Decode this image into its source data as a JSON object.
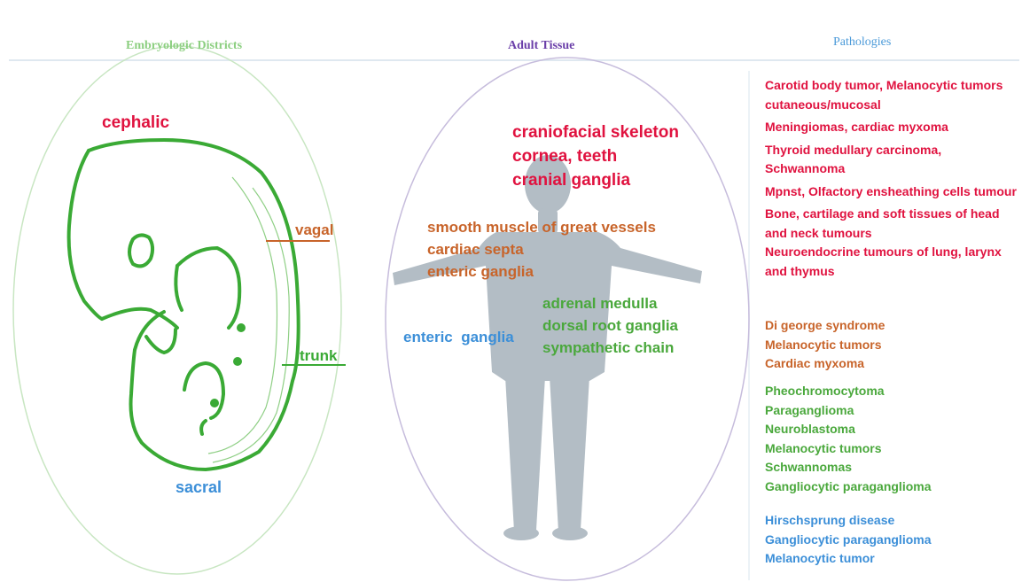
{
  "colors": {
    "red": "#e0123f",
    "orange": "#c8642a",
    "green": "#4aa83c",
    "blue": "#3c8fd8",
    "purple": "#6a3ea8",
    "embryo_stroke": "#3aaa35",
    "silhouette": "#b3bdc5"
  },
  "headers": {
    "embryologic": "Embryologic Districts",
    "adult": "Adult Tissue",
    "pathologies": "Pathologies"
  },
  "embryo": {
    "cephalic": "cephalic",
    "vagal": "vagal",
    "trunk": "trunk",
    "sacral": "sacral"
  },
  "adult": {
    "red": [
      "craniofacial skeleton",
      "cornea, teeth",
      "cranial ganglia"
    ],
    "orange": [
      "smooth muscle of great vessels",
      "cardiac septa",
      "enteric ganglia"
    ],
    "green": [
      "adrenal medulla",
      "dorsal root ganglia",
      "sympathetic chain"
    ],
    "blue": "enteric  ganglia"
  },
  "pathologies": {
    "red": [
      "Carotid body tumor, Melanocytic tumors cutaneous/mucosal",
      "Meningiomas, cardiac myxoma",
      "Thyroid medullary carcinoma, Schwannoma",
      "Mpnst, Olfactory ensheathing cells tumour",
      "Bone, cartilage and soft tissues of head and neck tumours",
      "Neuroendocrine tumours of lung, larynx and thymus"
    ],
    "orange": [
      "Di george syndrome",
      "Melanocytic tumors",
      "Cardiac myxoma"
    ],
    "green": [
      "Pheochromocytoma",
      "Paraganglioma",
      "Neuroblastoma",
      "Melanocytic tumors",
      "Schwannomas",
      "Gangliocytic paraganglioma"
    ],
    "blue": [
      "Hirschsprung disease",
      "Gangliocytic paraganglioma",
      "Melanocytic tumor"
    ]
  }
}
